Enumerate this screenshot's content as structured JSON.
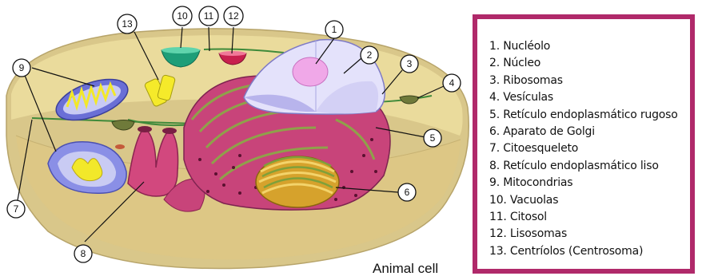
{
  "caption": "Animal cell",
  "legend": [
    "1. Nucléolo",
    "2. Núcleo",
    "3. Ribosomas",
    "4. Vesículas",
    "5. Retículo endoplasmático rugoso",
    "6. Aparato de Golgi",
    "7. Citoesqueleto",
    "8. Retículo endoplasmático liso",
    "9. Mitocondrias",
    "10. Vacuolas",
    "11. Citosol",
    "12. Lisosomas",
    "13. Centríolos (Centrosoma)"
  ],
  "callouts": [
    "1",
    "2",
    "3",
    "4",
    "5",
    "6",
    "7",
    "8",
    "9",
    "10",
    "11",
    "12",
    "13"
  ],
  "colors": {
    "legend_border": "#b0296a",
    "cytoplasm": "#e6d28c",
    "cell_wall": "#d7c480",
    "nucleus": "#c9c6ef",
    "nucleolus": "#f0a8e8",
    "rough_er": "#c8447a",
    "golgi": "#d6a22c",
    "mitochondria": "#6a6fd6",
    "mitochondria_inner": "#f2e82a",
    "vacuole": "#1e9e78",
    "lysosome": "#c8204e",
    "cytoskeleton": "#3f8a3a"
  }
}
